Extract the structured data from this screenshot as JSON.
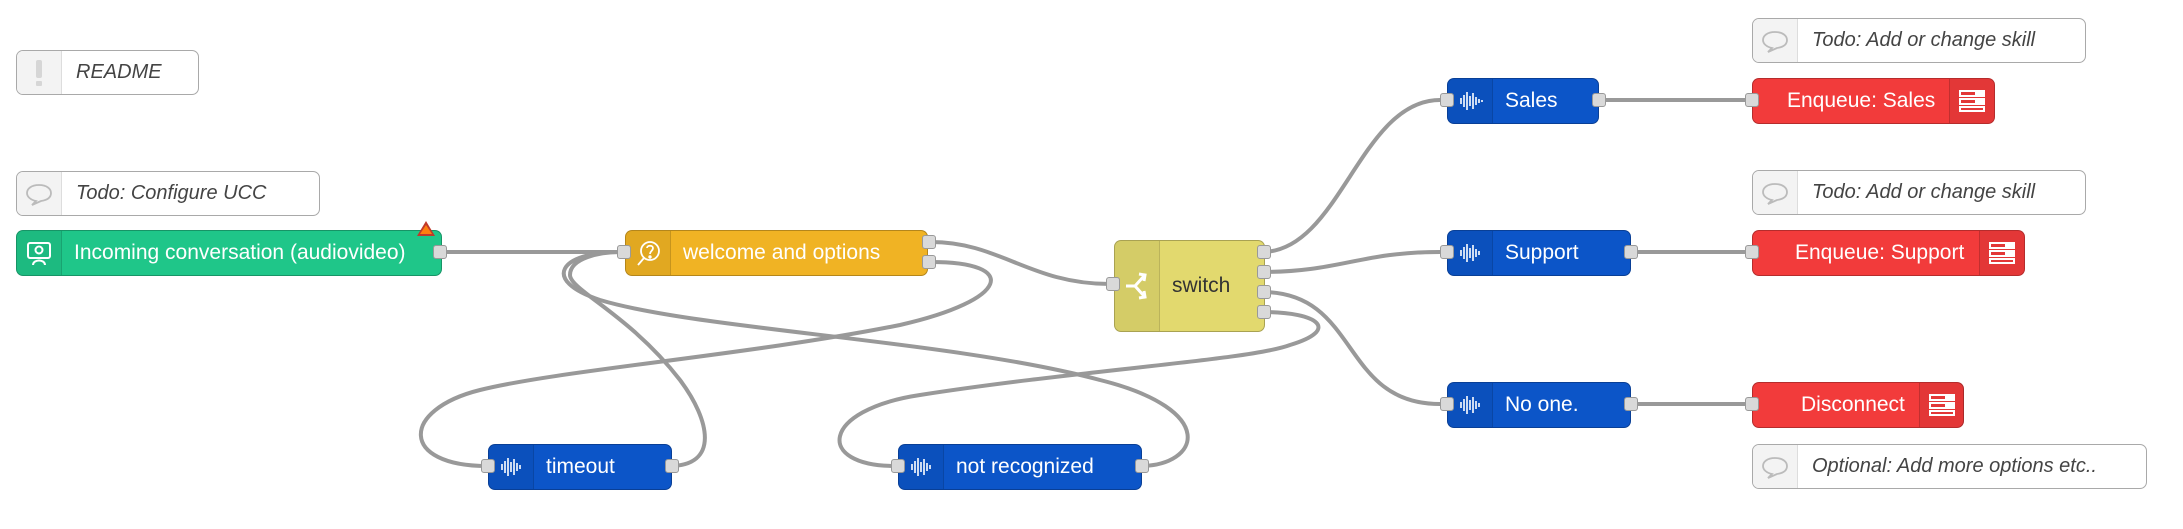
{
  "flow": {
    "readme": {
      "label": "README",
      "icon": "exclamation-icon"
    },
    "comments": {
      "configure": "Todo: Configure UCC",
      "skill_sales": "Todo: Add or change skill",
      "skill_support": "Todo: Add or change skill",
      "more_options": "Optional: Add more options etc.."
    },
    "nodes": {
      "incoming": {
        "label": "Incoming conversation (audiovideo)",
        "icon": "conversation-icon",
        "color": "#1fc689"
      },
      "welcome": {
        "label": "welcome and options",
        "icon": "question-icon",
        "color": "#f0b324"
      },
      "switch": {
        "label": "switch",
        "icon": "switch-icon",
        "color": "#e2d96e"
      },
      "sales": {
        "label": "Sales",
        "icon": "audio-wave-icon",
        "color": "#0c55c8"
      },
      "support": {
        "label": "Support",
        "icon": "audio-wave-icon",
        "color": "#0c55c8"
      },
      "noone": {
        "label": "No one.",
        "icon": "audio-wave-icon",
        "color": "#0c55c8"
      },
      "timeout": {
        "label": "timeout",
        "icon": "audio-wave-icon",
        "color": "#0c55c8"
      },
      "not_recognized": {
        "label": "not recognized",
        "icon": "audio-wave-icon",
        "color": "#0c55c8"
      },
      "enqueue_sales": {
        "label": "Enqueue: Sales",
        "icon": "queue-icon",
        "color": "#f23b3b"
      },
      "enqueue_support": {
        "label": "Enqueue: Support",
        "icon": "queue-icon",
        "color": "#f23b3b"
      },
      "disconnect": {
        "label": "Disconnect",
        "icon": "queue-icon",
        "color": "#f23b3b"
      }
    },
    "wire_color": "#999999",
    "warning_color": "#ff7f0e"
  }
}
